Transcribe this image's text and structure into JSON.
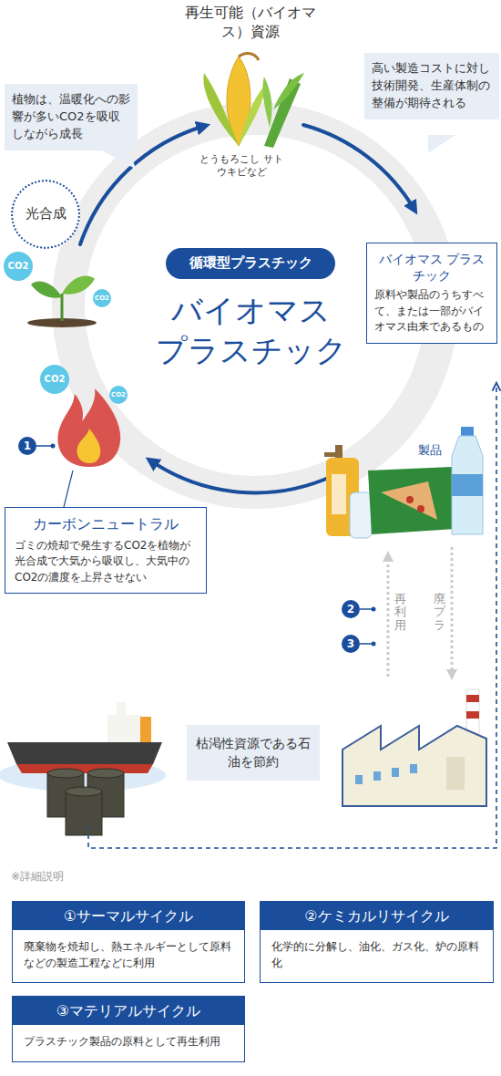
{
  "diagram": {
    "nodes": [
      {
        "text": [
          "植物は、温暖化への影響が多いCO2を吸収しながら成長"
        ]
      },
      {
        "text": [
          "高い製造コストに対し技術開発、生産体制の整備が期待される"
        ]
      },
      {
        "text": [
          "光合成"
        ]
      },
      {
        "text": [
          "循環型プラスチック"
        ]
      },
      {
        "text": [
          "バイオマス プラスチック",
          "原料や製品のうちすべて、または一部がバイオマス由来であるもの"
        ]
      },
      {
        "text": [
          "カーボンニュートラル",
          "ゴミの焼却で発生するCO2を植物が光合成で大気から吸収し、大気中のCO2の濃度を上昇させない"
        ]
      },
      {
        "text": [
          "枯渇性資源である石油を節約"
        ]
      },
      {
        "text": [
          "①サーマルサイクル",
          "廃棄物を焼却し、熱エネルギーとして原料などの製造工程などに利用"
        ]
      },
      {
        "text": [
          "②ケミカルリサイクル",
          "化学的に分解し、油化、ガス化、炉の原料化"
        ]
      },
      {
        "text": [
          "③マテリアルサイクル",
          "プラスチック製品の原料として再生利用"
        ]
      }
    ],
    "labels": [
      "再生可能（バイオマス）資源",
      "とうもろこし サトウキビなど",
      "CO2",
      "CO2",
      "バイオマス プラスチック",
      "CO2",
      "CO2",
      "1",
      "製品",
      "2",
      "3",
      "再利用",
      "廃プラ",
      "※詳細説明"
    ]
  }
}
